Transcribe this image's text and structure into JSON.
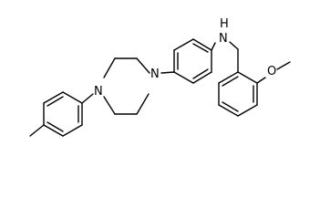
{
  "molecule": {
    "atoms": {
      "amine_nitrogen": "N",
      "amine_hydrogen": "H",
      "piperazine_nitrogen_top": "N",
      "piperazine_nitrogen_bottom": "N",
      "methoxy_oxygen": "O"
    },
    "colors": {
      "bond": "#000000",
      "label": "#000000",
      "background": "#ffffff"
    }
  }
}
